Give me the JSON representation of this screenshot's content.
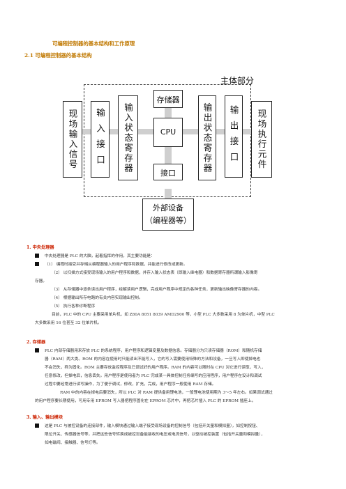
{
  "doc": {
    "title": "可编程控制器的基本结构和工作原理",
    "section": "2.1 可编程控制器的基本结构"
  },
  "diagram": {
    "main_label": "主体部分",
    "field_input": "现场输入信号",
    "input_interface": "输入接口",
    "input_register": "输入状态寄存器",
    "memory": "存储器",
    "cpu": "CPU",
    "interface": "接口",
    "output_register": "输出状态寄存器",
    "output_interface": "输出接口",
    "field_actuator": "现场执行元件",
    "external_line1": "外部设备",
    "external_line2": "（编程器等）"
  },
  "sections": {
    "s1": {
      "heading": "1.  中央处理器",
      "b1": "中央处理器是 PLC 的大脑，起着指挥的作用，其主要功能是：",
      "b2": "（1） 编程时接受并存储从编程器输入的用户程序和数据，并能进行修改或更新。",
      "l1": "（2） 以扫描方式接受现场输入的用户程序和数据，并存入输入状态表（即输入继电器）和数据寄存器所谓输入影像寄",
      "l1b": "存器。",
      "l3": "（3） 从存储器中逐条读出用户程序，经解读用户逻辑，完成用户程序中规定的各种任务，更新输出映像寄存器的内容。",
      "l4": "（4） 根据输出所存电路的有关内容实现输出控制。",
      "l5": "（5） 执行各种诊断程序",
      "l6": "目前，PLC 中的 CPU 主要采用单片机，如 Z80A 8051 8039 AMD2900 等，小型 PLC 大多数采用 8 为单片机，中型 PLC",
      "l6b": "大多数采用 16 位甚至 32 位单片机。"
    },
    "s2": {
      "heading": "2.  存储器",
      "b1": "PLC 内部存储器用来存放 PLC 的系统程序，用户程序和逻辑变量及数据信息。存储器分为只读存储器（ROM）和随机存储",
      "c1": "器（RAM）两大类。ROM 的内容在使用时只能读出不能写入，它的写入需要使用特殊的方法和设备，一旦写入即使掉电也",
      "c2": "不会消失，称为固化。ROM 主要存放监控程序及已调试好的用户程序。RAM 的内容可以随时在 CPU 对它进行读取，写入，",
      "c3": "任意修改，但掉电后，信息丢失。用户程序是使用者为 PLC 完成某一具体控制任务编写的应用程序，用户程序在设计和调试",
      "c4": "过程中要经常进行读写操作，为了便于调试，修改，扩充，完成，用户程序一般使用 RAM 存储。",
      "p2a": "RAM 中的内容在掉电后要消失，所以 PLC 对 RAM 提供备用锂电池，一般锂电池使用期为 3～5 年左右。如果调试通过",
      "p2b": "的用户程序要长期使用，可用专用 EPROM 写入器把程序固化在 EPROM 芯片中，再把芯片插入 PLC 的 EPROM 插座上。"
    },
    "s3": {
      "heading": "3.  输入、输出模块",
      "b1": "这是 PLC 与被控设备的连接部件，输入模块通过输入端子接受现场设备的控制信号（包括开关量和模拟量），如控制按钮、",
      "c1": "限位开关、传感器信号等，并把这些信号转换成被控设备能接收的电压或电流信号，以驱动被控装置（包括开关量和模拟量），",
      "c2": "如电磁阀、接触器、信号灯等。"
    }
  }
}
